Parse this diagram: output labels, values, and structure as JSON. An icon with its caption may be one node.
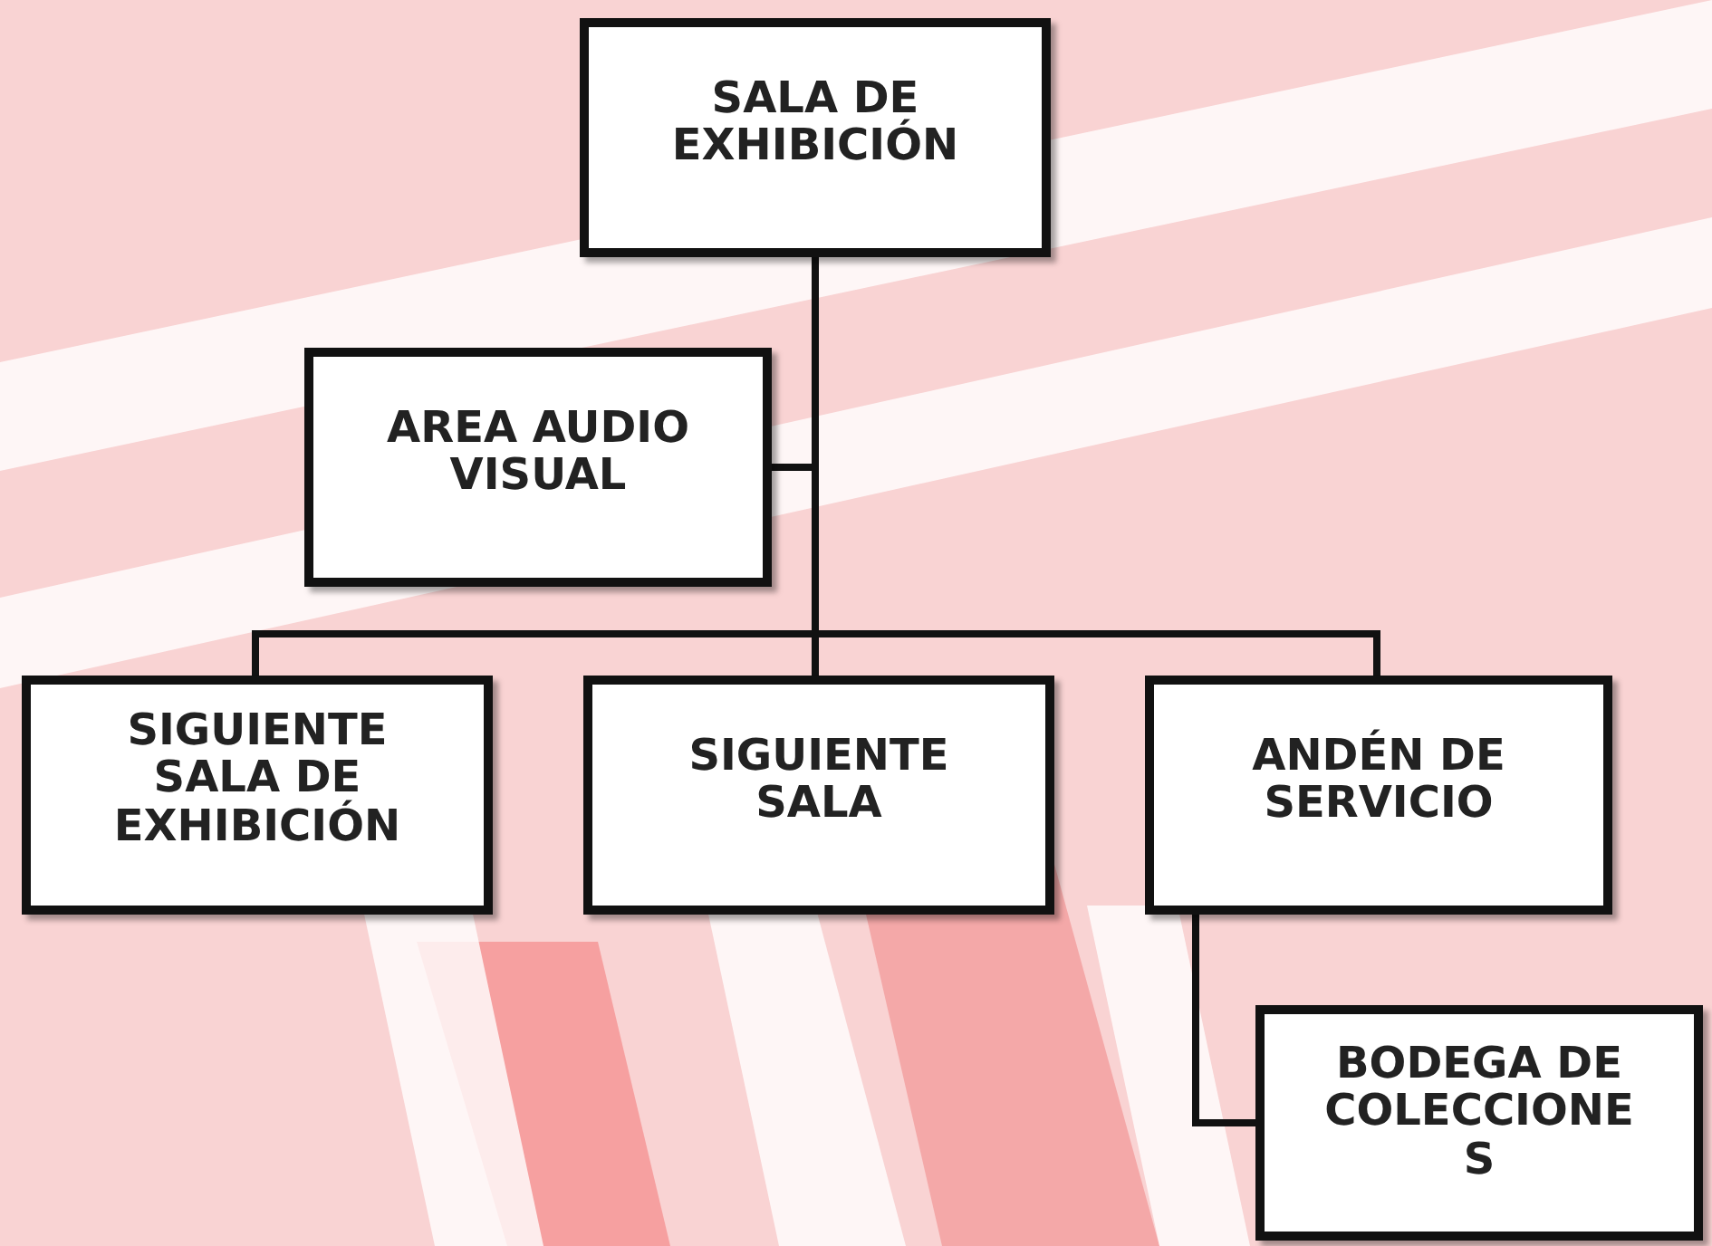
{
  "diagram": {
    "nodes": [
      {
        "text": [
          "SALA DE EXHIBICIÓN"
        ]
      },
      {
        "text": [
          "AREA AUDIO VISUAL"
        ]
      },
      {
        "text": [
          "SIGUIENTE SALA DE EXHIBICIÓN"
        ]
      },
      {
        "text": [
          "SIGUIENTE SALA"
        ]
      },
      {
        "text": [
          "ANDÉN DE SERVICIO"
        ]
      },
      {
        "text": [
          "BODEGA DE COLECCIONES"
        ]
      }
    ],
    "edges": [
      {
        "from": 0,
        "to": 1,
        "arrow": "none"
      },
      {
        "from": 0,
        "to": 2,
        "arrow": "none"
      },
      {
        "from": 0,
        "to": 3,
        "arrow": "none"
      },
      {
        "from": 0,
        "to": 4,
        "arrow": "none"
      },
      {
        "from": 4,
        "to": 5,
        "arrow": "none"
      }
    ]
  }
}
